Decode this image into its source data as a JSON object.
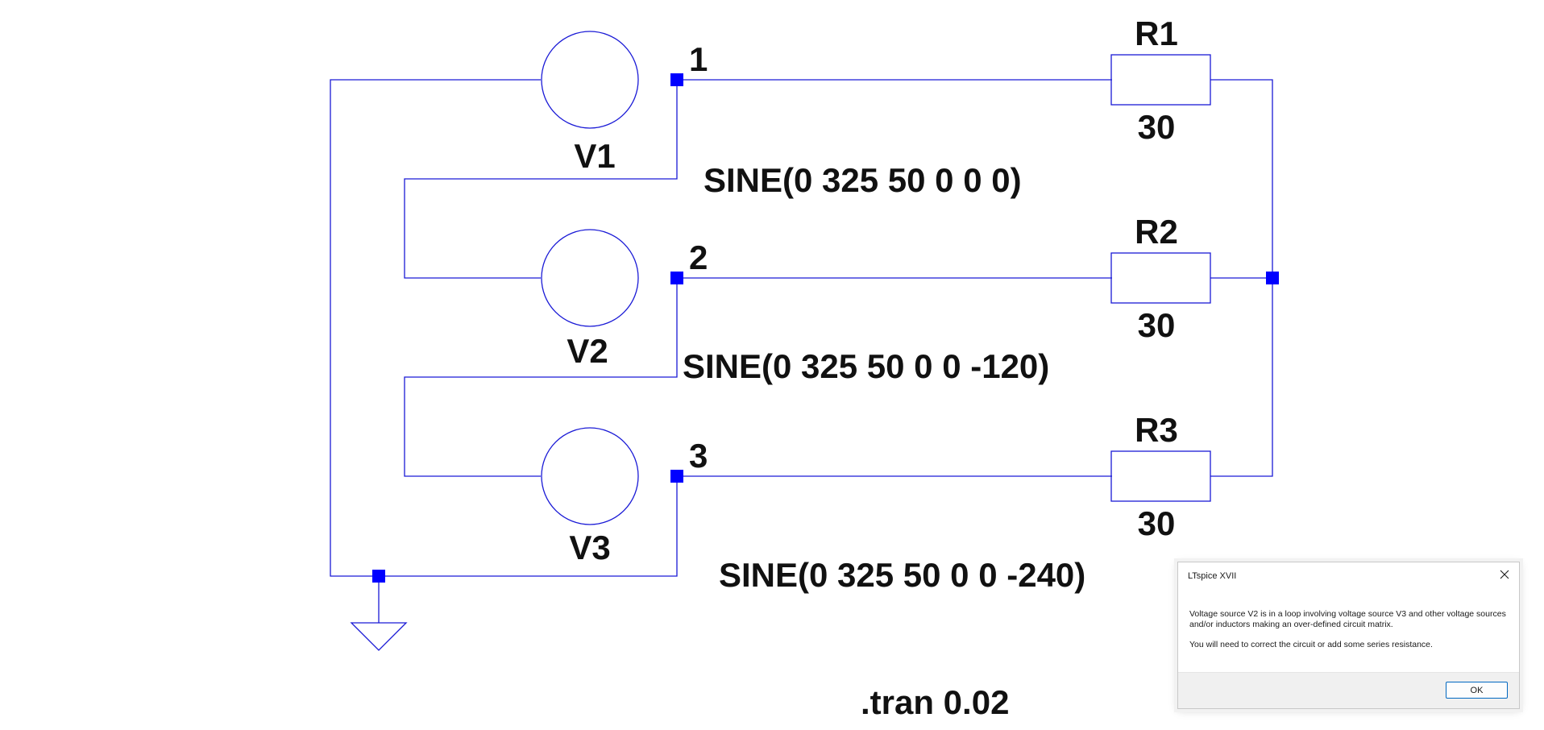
{
  "schematic": {
    "sources": [
      {
        "name": "V1",
        "value": "SINE(0 325 50 0 0 0)"
      },
      {
        "name": "V2",
        "value": "SINE(0 325 50 0 0 -120)"
      },
      {
        "name": "V3",
        "value": "SINE(0 325 50 0 0 -240)"
      }
    ],
    "resistors": [
      {
        "name": "R1",
        "value": "30"
      },
      {
        "name": "R2",
        "value": "30"
      },
      {
        "name": "R3",
        "value": "30"
      }
    ],
    "nets": [
      "1",
      "2",
      "3"
    ],
    "directive": ".tran 0.02"
  },
  "dialog": {
    "title": "LTspice XVII",
    "message_line1": "Voltage source V2 is in a loop involving voltage source V3 and other voltage sources and/or inductors making an over-defined circuit matrix.",
    "message_line2": "You will need to correct the circuit or add some series resistance.",
    "ok_label": "OK",
    "close_icon": "close-icon"
  }
}
